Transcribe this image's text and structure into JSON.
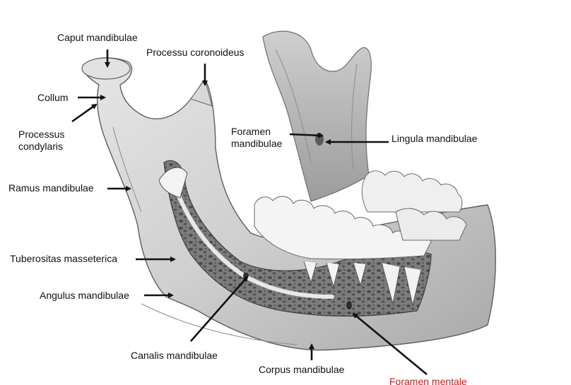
{
  "labels": {
    "caput": "Caput mandibulae",
    "coronoid": "Processu coronoideus",
    "collum": "Collum",
    "condylaris_1": "Processus",
    "condylaris_2": "condylaris",
    "foramen_1": "Foramen",
    "foramen_2": "mandibulae",
    "lingula": "Lingula mandibulae",
    "ramus": "Ramus mandibulae",
    "tuberositas": "Tuberositas masseterica",
    "angulus": "Angulus mandibulae",
    "canalis": "Canalis mandibulae",
    "corpus": "Corpus mandibulae",
    "mentale": "Foramen mentale"
  },
  "colors": {
    "bone": "#d9d9d9",
    "bone_shadow": "#a8a8a8",
    "bone_dark": "#7a7a7a",
    "tooth": "#f2f2f2",
    "arrow": "#111111",
    "highlight_label": "#c0201e"
  }
}
